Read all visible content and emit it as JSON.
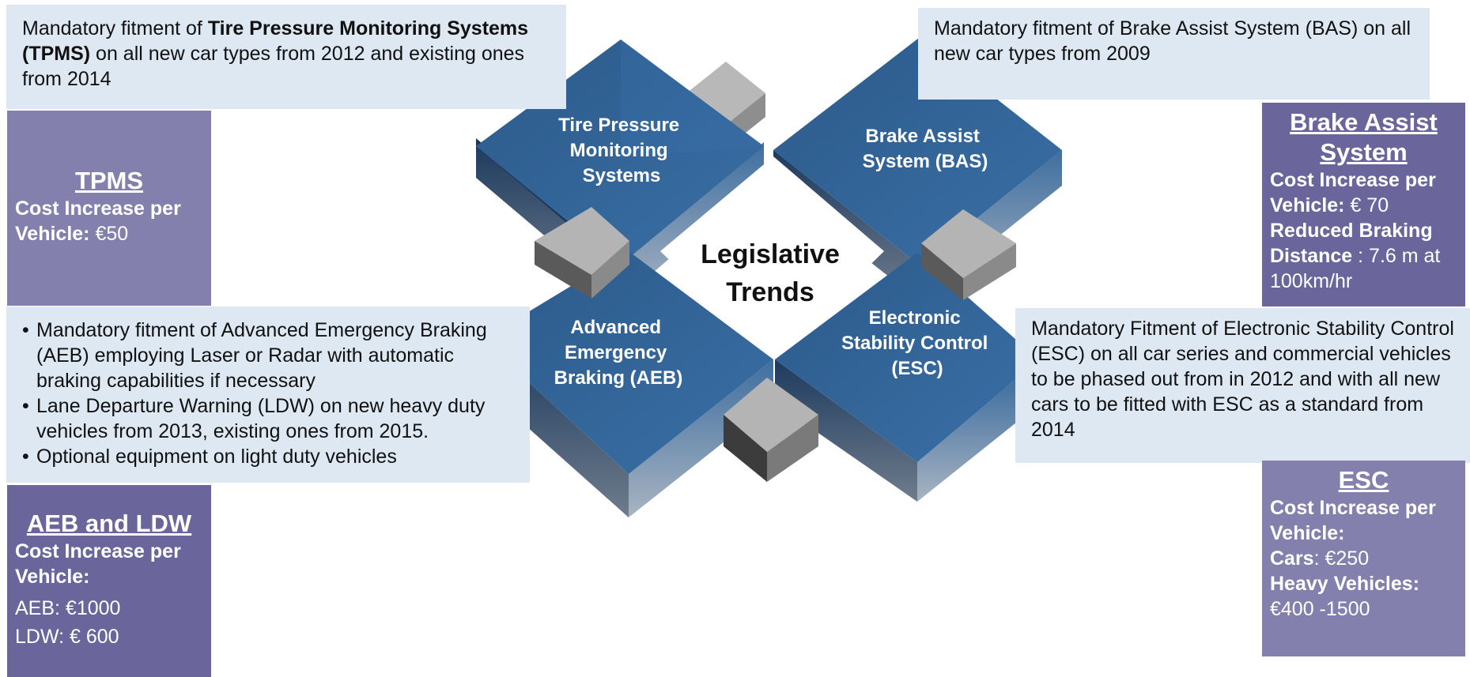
{
  "center_title": "Legislative Trends",
  "colors": {
    "callout_bg": "#dde8f3",
    "panel_purple_light": "#8480ad",
    "panel_purple_dark": "#6a669b",
    "diamond_top": "#2e5f92",
    "diamond_side": "#1e3a5f",
    "connector_gray": "#b4b4b4"
  },
  "diamonds": {
    "tpms": [
      "Tire Pressure",
      "Monitoring",
      "Systems"
    ],
    "bas": [
      "Brake Assist",
      "System (BAS)"
    ],
    "aeb": [
      "Advanced",
      "Emergency",
      "Braking (AEB)"
    ],
    "esc": [
      "Electronic",
      "Stability Control",
      "(ESC)"
    ]
  },
  "callouts": {
    "tpms": {
      "pre": "Mandatory fitment of ",
      "bold": "Tire Pressure Monitoring Systems (TPMS)",
      "post": " on all new car types from 2012 and existing ones from 2014"
    },
    "bas": {
      "text": "Mandatory fitment of Brake Assist System (BAS) on all new car types from 2009"
    },
    "aeb": {
      "bullets": [
        "Mandatory fitment of Advanced Emergency Braking (AEB) employing Laser or Radar with automatic braking capabilities if necessary",
        "Lane Departure Warning (LDW) on new heavy duty vehicles from 2013, existing ones from 2015.",
        "Optional equipment on light duty vehicles"
      ]
    },
    "esc": {
      "text": "Mandatory Fitment of Electronic Stability Control (ESC) on all car series and commercial vehicles to be phased out from in 2012 and with all new cars to be fitted with ESC as a standard from 2014"
    }
  },
  "panels": {
    "tpms": {
      "title": "TPMS",
      "label": "Cost Increase per Vehicle:",
      "value": " €50"
    },
    "bas": {
      "title": "Brake Assist System",
      "cost_label": "Cost Increase per Vehicle:",
      "cost_value": " € 70",
      "dist_label": "Reduced Braking Distance",
      "dist_value": " : 7.6 m at 100km/hr"
    },
    "aeb": {
      "title": "AEB and LDW",
      "label": "Cost Increase per Vehicle:",
      "aeb_line": "AEB: €1000",
      "ldw_line": "LDW: € 600"
    },
    "esc": {
      "title": "ESC",
      "label": "Cost Increase per Vehicle:",
      "cars_label": "Cars",
      "cars_value": ": €250",
      "hv_label": "Heavy Vehicles:",
      "hv_value": "€400 -1500"
    }
  }
}
